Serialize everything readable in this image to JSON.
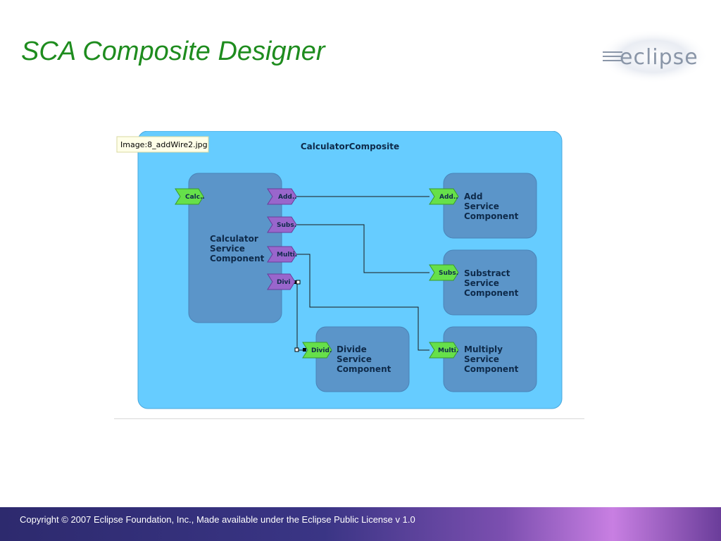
{
  "slide": {
    "title": "SCA Composite Designer",
    "footer": "Copyright © 2007 Eclipse Foundation, Inc., Made available under the Eclipse Public License v 1.0"
  },
  "logo": {
    "text": "eclipse",
    "icon": "eclipse-logo-icon"
  },
  "diagram": {
    "image_tag": "Image:8_addWire2.jpg",
    "composite_name": "CalculatorComposite",
    "components": {
      "calculator": [
        "Calculator",
        "Service",
        "Component"
      ],
      "add": [
        "Add",
        "Service",
        "Component"
      ],
      "substract": [
        "Substract",
        "Service",
        "Component"
      ],
      "divide": [
        "Divide",
        "Service",
        "Component"
      ],
      "multiply": [
        "Multiply",
        "Service",
        "Component"
      ]
    },
    "ports": {
      "calc": "Calc..",
      "calc_add": "Add..",
      "calc_subs": "Subs.",
      "calc_multi": "Multi.",
      "calc_divi": "Divi",
      "add": "Add..",
      "subs": "Subs.",
      "divid": "Divid.",
      "multi": "Multi."
    },
    "colors": {
      "composite_fill": "#66ccff",
      "component_fill": "#5b95c9",
      "service_port": "#66e04a",
      "reference_port": "#9966cc",
      "wire": "#1a1a1a"
    }
  }
}
